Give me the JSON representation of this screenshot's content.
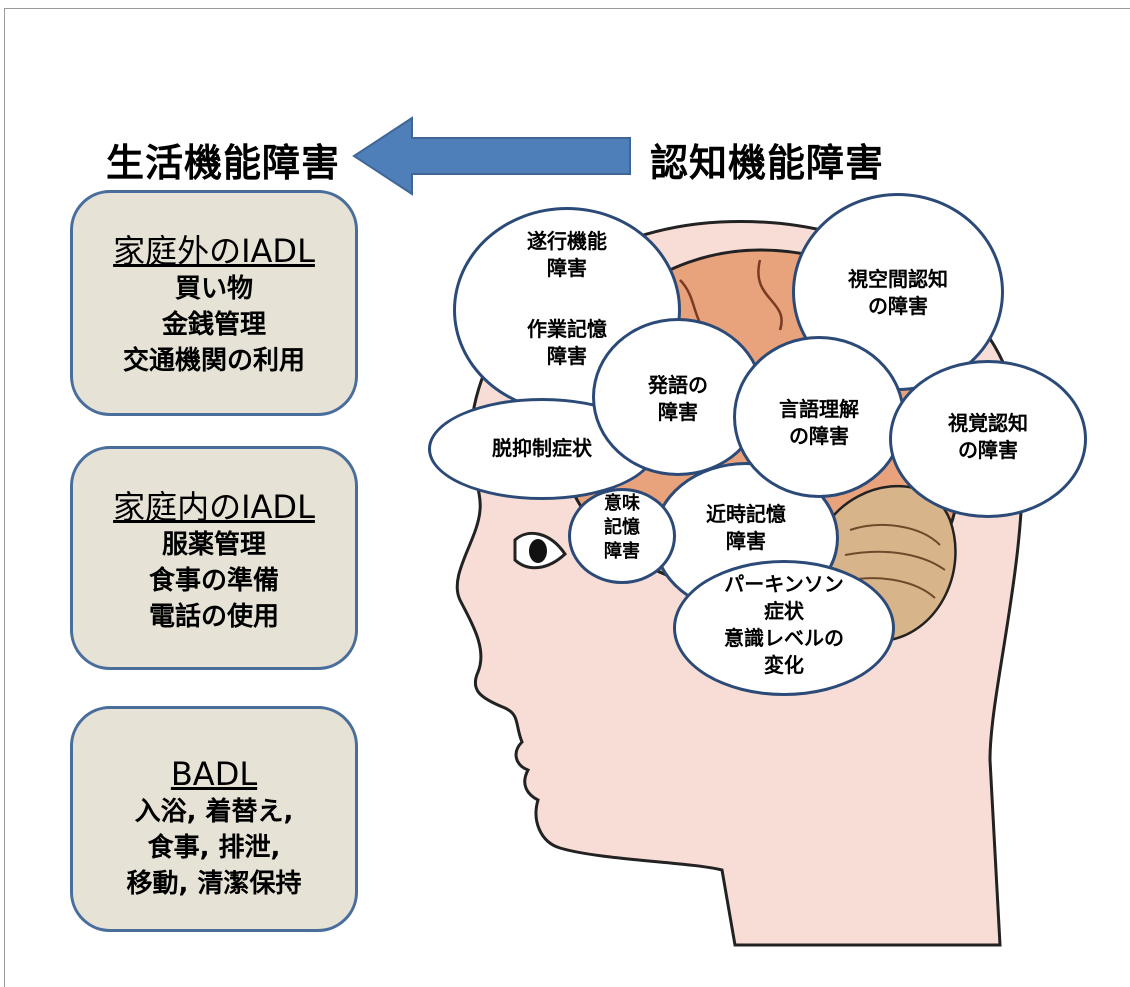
{
  "headings": {
    "left": "生活機能障害",
    "right": "認知機能障害"
  },
  "boxes": {
    "outside": {
      "title": "家庭外のIADL",
      "items": [
        "買い物",
        "金銭管理",
        "交通機関の利用"
      ]
    },
    "inside": {
      "title": "家庭内のIADL",
      "items": [
        "服薬管理",
        "食事の準備",
        "電話の使用"
      ]
    },
    "badl": {
      "title": "BADL",
      "items": [
        "入浴, 着替え,",
        "食事, 排泄,",
        "移動, 清潔保持"
      ]
    }
  },
  "bubbles": {
    "executive": [
      "遂行機能",
      "障害"
    ],
    "working_memory": [
      "作業記憶",
      "障害"
    ],
    "speech": [
      "発語の",
      "障害"
    ],
    "visuospatial": [
      "視空間認知",
      "の障害"
    ],
    "comprehension": [
      "言語理解",
      "の障害"
    ],
    "visual": [
      "視覚認知",
      "の障害"
    ],
    "disinhibition": [
      "脱抑制症状"
    ],
    "semantic": [
      "意味",
      "記憶",
      "障害"
    ],
    "recent_memory": [
      "近時記憶",
      "障害"
    ],
    "parkinson": [
      "パーキンソン",
      "症状",
      "意識レベルの",
      "変化"
    ]
  },
  "colors": {
    "arrow": "#4f7fb9",
    "box_fill": "#e6e2d6",
    "box_border": "#4a6e9c",
    "bubble_border": "#2c4a78",
    "skin": "#f8ddd6",
    "brain": "#e8a27c",
    "cerebellum": "#d8b48a",
    "spine": "#d69a48"
  }
}
